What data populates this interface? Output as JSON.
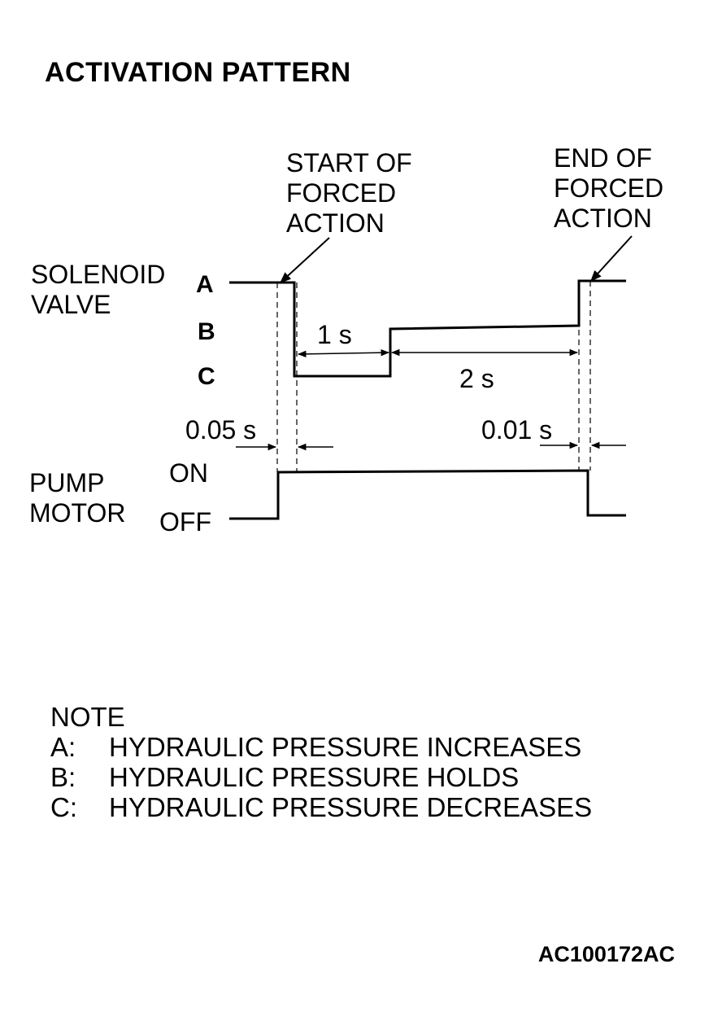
{
  "title": "ACTIVATION PATTERN",
  "annotations": {
    "start": [
      "START OF",
      "FORCED",
      "ACTION"
    ],
    "end": [
      "END OF",
      "FORCED",
      "ACTION"
    ]
  },
  "signals": {
    "solenoid": {
      "label": [
        "SOLENOID",
        "VALVE"
      ],
      "levels": [
        "A",
        "B",
        "C"
      ]
    },
    "pump": {
      "label": [
        "PUMP",
        "MOTOR"
      ],
      "levels": [
        "ON",
        "OFF"
      ]
    }
  },
  "timings": {
    "hold_c": "1 s",
    "hold_b": "2 s",
    "pump_start_delay": "0.05 s",
    "pump_stop_delay": "0.01 s"
  },
  "note": {
    "heading": "NOTE",
    "items": [
      {
        "key": "A:",
        "text": "HYDRAULIC PRESSURE INCREASES"
      },
      {
        "key": "B:",
        "text": "HYDRAULIC PRESSURE HOLDS"
      },
      {
        "key": "C:",
        "text": "HYDRAULIC PRESSURE DECREASES"
      }
    ]
  },
  "figure_code": "AC100172AC"
}
